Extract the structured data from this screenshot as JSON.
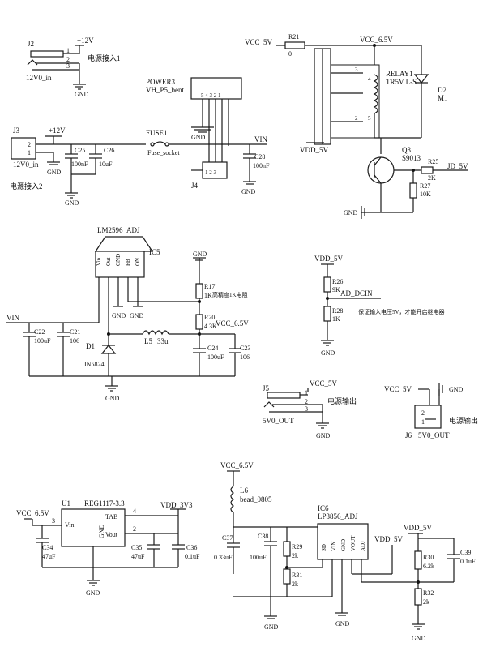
{
  "j2": {
    "ref": "J2",
    "net": "+12V",
    "pins": [
      "1",
      "2",
      "3"
    ],
    "net_in": "12V0_in",
    "gnd": "GND",
    "note": "电源接入1"
  },
  "power3": {
    "ref": "POWER3",
    "part": "VH_P5_bent",
    "pins": "5 4 3 2 1",
    "gnd": "GND"
  },
  "j3": {
    "ref": "J3",
    "net": "+12V",
    "pins": [
      "2",
      "1"
    ],
    "net_in": "12V0_in",
    "gnd": "GND",
    "note": "电源接入2"
  },
  "c25": {
    "ref": "C25",
    "val": "100nF"
  },
  "c26": {
    "ref": "C26",
    "val": "10uF"
  },
  "c28": {
    "ref": "C28",
    "val": "100nF"
  },
  "fuse": {
    "ref": "FUSE1",
    "part": "Fuse_socket",
    "net": "VIN"
  },
  "j4": {
    "ref": "J4",
    "pins": "1 2 3",
    "gnd": "GND"
  },
  "relay": {
    "vcc5": "VCC_5V",
    "r21": "R21",
    "r21_val": "0",
    "vcc65": "VCC_6.5V",
    "ref": "RELAY1",
    "part": "TR5V L-S-",
    "d2": "D2",
    "d2_val": "M1",
    "vdd": "VDD_5V",
    "q3": "Q3",
    "q3_part": "S9013",
    "r25": "R25",
    "r25_val": "2K",
    "jd": "JD_5V",
    "r27": "R27",
    "r27_val": "10K",
    "gnd": "GND",
    "pins": [
      "3",
      "4",
      "2",
      "5"
    ]
  },
  "ic5": {
    "ref": "IC5",
    "part": "LM2596_ADJ",
    "pins": [
      "Vin",
      "Out",
      "GND",
      "FB",
      "ON"
    ],
    "gnd": "GND"
  },
  "buck": {
    "vin": "VIN",
    "c22": "C22",
    "c22_val": "100uF",
    "c21": "C21",
    "c21_val": "106",
    "d1": "D1",
    "d1_val": "IN5824",
    "l5": "L5",
    "l5_val": "33u",
    "r17": "R17",
    "r17_val": "1K",
    "r17_note": "高精度1K电阻",
    "r20": "R20",
    "r20_val": "4.3K",
    "vcc65": "VCC_6.5V",
    "c24": "C24",
    "c24_val": "100uF",
    "c23": "C23",
    "c23_val": "106",
    "gnd": "GND"
  },
  "adc": {
    "vdd": "VDD_5V",
    "r26": "R26",
    "r26_val": "9K",
    "net": "AD_DCIN",
    "r28": "R28",
    "r28_val": "1K",
    "note": "保证输入电压5V，才能开启继电器",
    "gnd": "GND"
  },
  "j5": {
    "ref": "J5",
    "vcc": "VCC_5V",
    "pins": [
      "1",
      "2",
      "3"
    ],
    "net": "5V0_OUT",
    "note": "电源输出",
    "gnd": "GND"
  },
  "j6": {
    "vcc": "VCC_5V",
    "gnd": "GND",
    "pins": [
      "2",
      "1"
    ],
    "ref": "J6",
    "net": "5V0_OUT",
    "note": "电源输出"
  },
  "u1": {
    "vcc": "VCC_6.5V",
    "ref": "U1",
    "part": "REG1117-3.3",
    "vin": "Vin",
    "gnd_pin": "GND",
    "tab": "TAB",
    "vout": "Vout",
    "p3": "3",
    "p4": "4",
    "p2": "2",
    "vdd33": "VDD_3V3",
    "c34": "C34",
    "c34_val": "47uF",
    "c35": "C35",
    "c35_val": "47uF",
    "c36": "C36",
    "c36_val": "0.1uF",
    "gnd": "GND"
  },
  "ic6": {
    "vcc": "VCC_6.5V",
    "l6": "L6",
    "l6_val": "bead_0805",
    "ref": "IC6",
    "part": "LP3856_ADJ",
    "pins": [
      "SD",
      "VIN",
      "GND",
      "VOUT",
      "ADJ"
    ],
    "vdd": "VDD_5V",
    "vdd2": "VDD_5V",
    "c37": "C37",
    "c37_val": "0.33uF",
    "c38": "C38",
    "c38_val": "100uF",
    "r29": "R29",
    "r29_val": "2k",
    "r31": "R31",
    "r31_val": "2k",
    "r30": "R30",
    "r30_val": "6.2k",
    "r32": "R32",
    "r32_val": "2k",
    "c39": "C39",
    "c39_val": "0.1uF",
    "gnd": "GND"
  }
}
